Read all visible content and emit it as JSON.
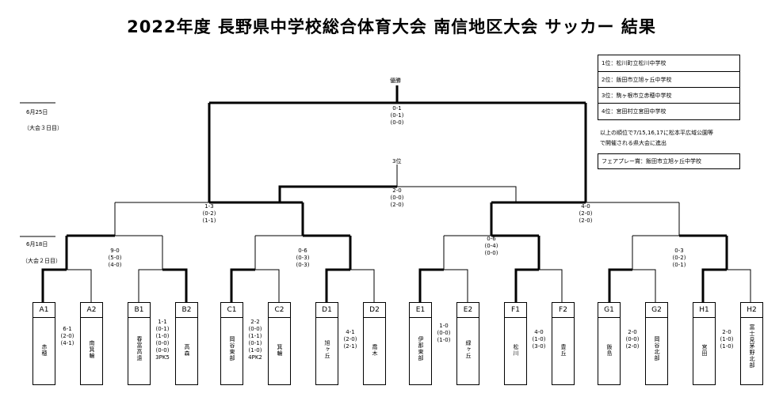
{
  "title": "2022年度 長野県中学校総合体育大会 南信地区大会 サッカー 結果",
  "results": [
    "1位：松川町立松川中学校",
    "2位：飯田市立旭ヶ丘中学校",
    "3位：駒ヶ根市立赤穂中学校",
    "4位：宮田村立宮田中学校"
  ],
  "qualify_note_1": "以上の順位で7/15,16,17に松本平広域公園等",
  "qualify_note_2": "で開催される県大会に進出",
  "fairplay": "フェアプレー賞：飯田市立旭ヶ丘中学校",
  "dates": {
    "day3": "6月25日",
    "day3_sub": "（大会３日目）",
    "day2": "6月18日",
    "day2_sub": "（大会２日目）"
  },
  "final_label": "優勝",
  "third_label": "3位",
  "scores": {
    "final": "0-1\n(0-1)\n(0-0)",
    "third": "2-0\n(0-0)\n(2-0)",
    "semi_left": "1-3\n(0-2)\n(1-1)",
    "semi_right": "4-0\n(2-0)\n(2-0)",
    "qf1": "9-0\n(5-0)\n(4-0)",
    "qf2": "0-6\n(0-3)\n(0-3)",
    "qf3": "0-6\n(0-4)\n(0-0)",
    "qf4": "0-3\n(0-2)\n(0-1)",
    "A": "6-1\n(2-0)\n(4-1)",
    "B": "1-1\n(0-1)\n(1-0)\n(0-0)\n(0-0)\n3PK5",
    "C": "2-2\n(0-0)\n(1-1)\n(0-1)\n(1-0)\n4PK2",
    "D": "4-1\n(2-0)\n(2-1)",
    "E": "1-0\n(0-0)\n(1-0)",
    "F": "4-0\n(1-0)\n(3-0)",
    "G": "2-0\n(0-0)\n(2-0)",
    "H": "2-0\n(1-0)\n(1-0)"
  },
  "teams": [
    {
      "code": "A1",
      "name": "赤穂"
    },
    {
      "code": "A2",
      "name": "南箕輪"
    },
    {
      "code": "B1",
      "name": "春富高遠"
    },
    {
      "code": "B2",
      "name": "高森"
    },
    {
      "code": "C1",
      "name": "岡谷東部"
    },
    {
      "code": "C2",
      "name": "箕輪"
    },
    {
      "code": "D1",
      "name": "旭ヶ丘"
    },
    {
      "code": "D2",
      "name": "喬木"
    },
    {
      "code": "E1",
      "name": "伊那東部"
    },
    {
      "code": "E2",
      "name": "緑ヶ丘"
    },
    {
      "code": "F1",
      "name": "松川"
    },
    {
      "code": "F2",
      "name": "豊丘"
    },
    {
      "code": "G1",
      "name": "飯島"
    },
    {
      "code": "G2",
      "name": "岡谷北部"
    },
    {
      "code": "H1",
      "name": "宮田"
    },
    {
      "code": "H2",
      "name": "富士見茅野北部"
    }
  ],
  "winners": [
    "A1",
    "B2",
    "C1",
    "D1",
    "E1",
    "F1",
    "G1",
    "H1"
  ],
  "qf_winners": [
    "A",
    "D",
    "F",
    "H"
  ],
  "semi_winners": [
    "left-D1",
    "right-F1"
  ]
}
